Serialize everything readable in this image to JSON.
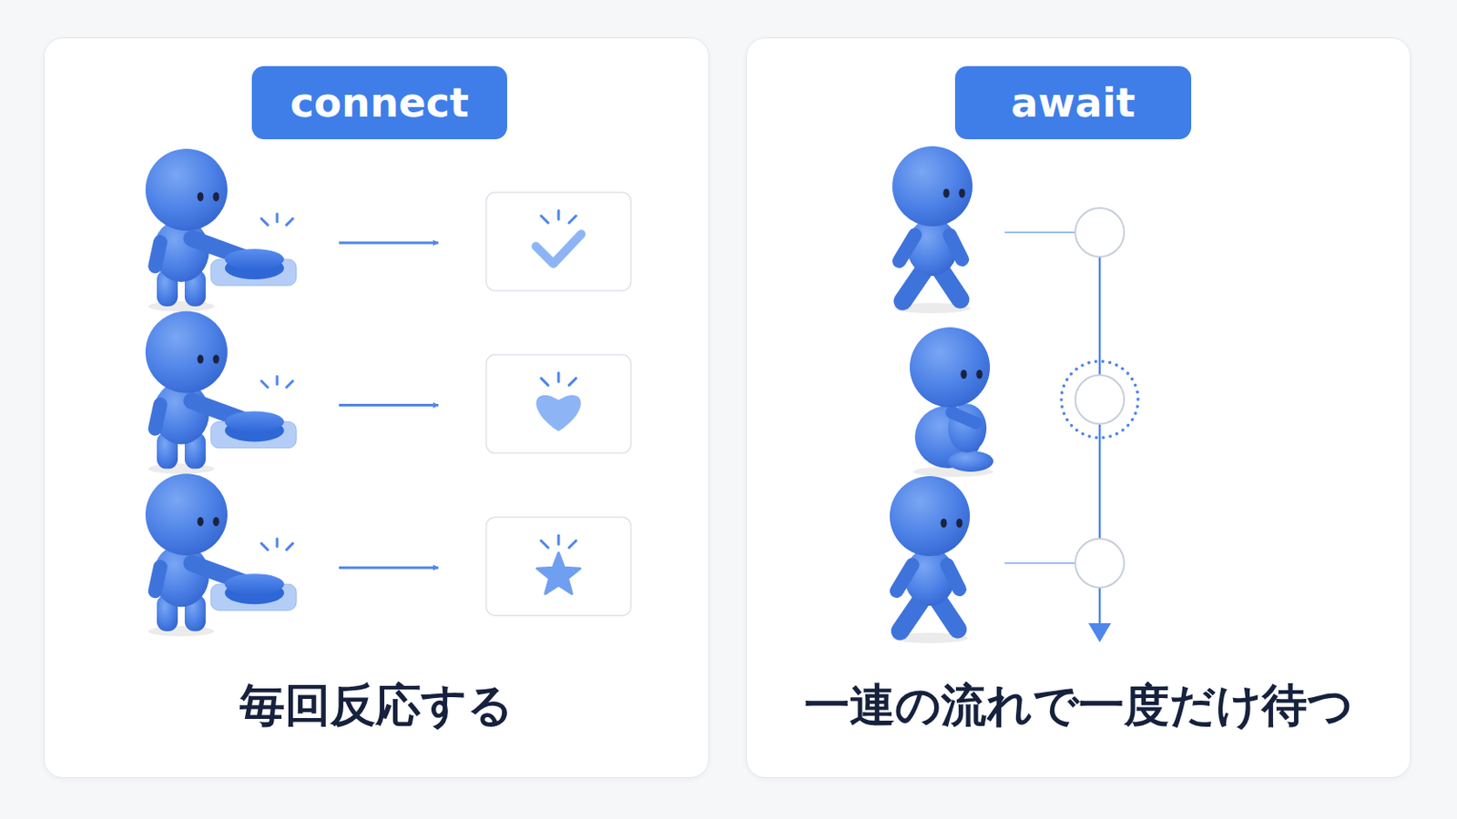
{
  "diagram": {
    "nodes": [
      {
        "text": [
          "毎回反応する"
        ]
      },
      {
        "text": [
          "connect"
        ],
        "in": 0
      },
      {
        "text": [
          "一連の流れで一度だけ待つ"
        ]
      },
      {
        "text": [
          "await"
        ],
        "in": 2
      }
    ]
  }
}
